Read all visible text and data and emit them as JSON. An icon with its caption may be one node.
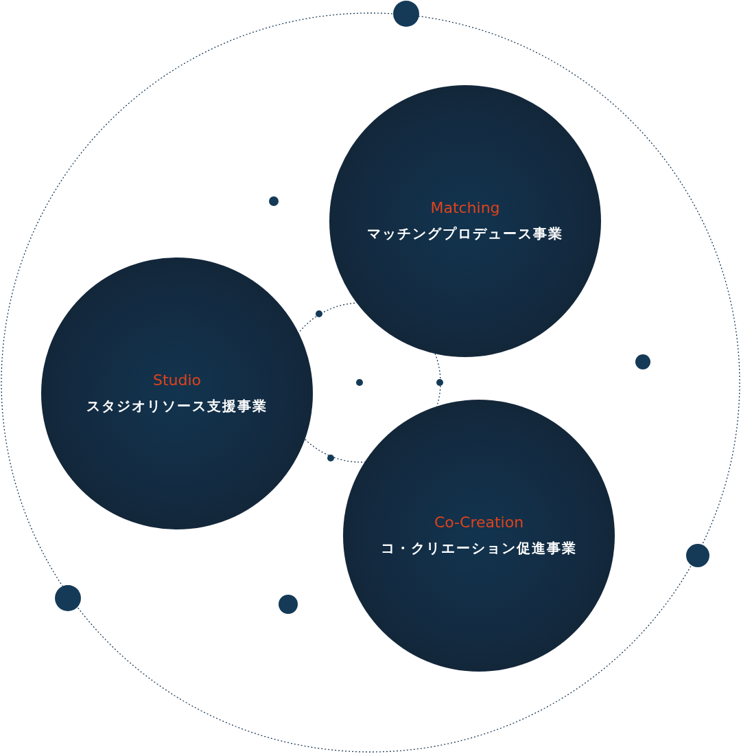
{
  "diagram": {
    "nodes": [
      {
        "text": [
          "Matching",
          "マッチングプロデュース事業"
        ]
      },
      {
        "text": [
          "Studio",
          "スタジオリソース支援事業"
        ]
      },
      {
        "text": [
          "Co-Creation",
          "コ・クリエーション促進事業"
        ]
      }
    ],
    "edges": []
  }
}
